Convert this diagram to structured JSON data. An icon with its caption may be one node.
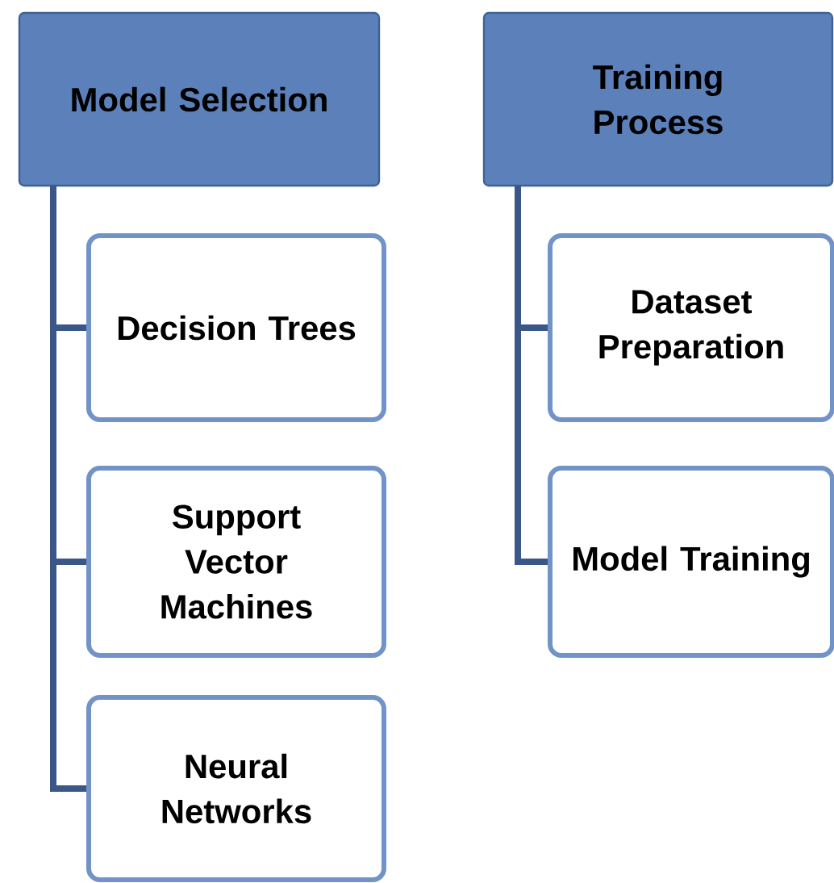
{
  "diagram": {
    "nodes": [
      {
        "text": [
          "Model Selection"
        ]
      },
      {
        "text": [
          "Decision Trees"
        ]
      },
      {
        "text": [
          "Support Vector Machines"
        ]
      },
      {
        "text": [
          "Neural Networks"
        ]
      },
      {
        "text": [
          "Training Process"
        ]
      },
      {
        "text": [
          "Dataset Preparation"
        ]
      },
      {
        "text": [
          "Model Training"
        ]
      }
    ],
    "edges": [
      {
        "from": 0,
        "to": 1,
        "arrow": "none"
      },
      {
        "from": 0,
        "to": 2,
        "arrow": "none"
      },
      {
        "from": 0,
        "to": 3,
        "arrow": "none"
      },
      {
        "from": 4,
        "to": 5,
        "arrow": "none"
      },
      {
        "from": 4,
        "to": 6,
        "arrow": "none"
      }
    ]
  }
}
